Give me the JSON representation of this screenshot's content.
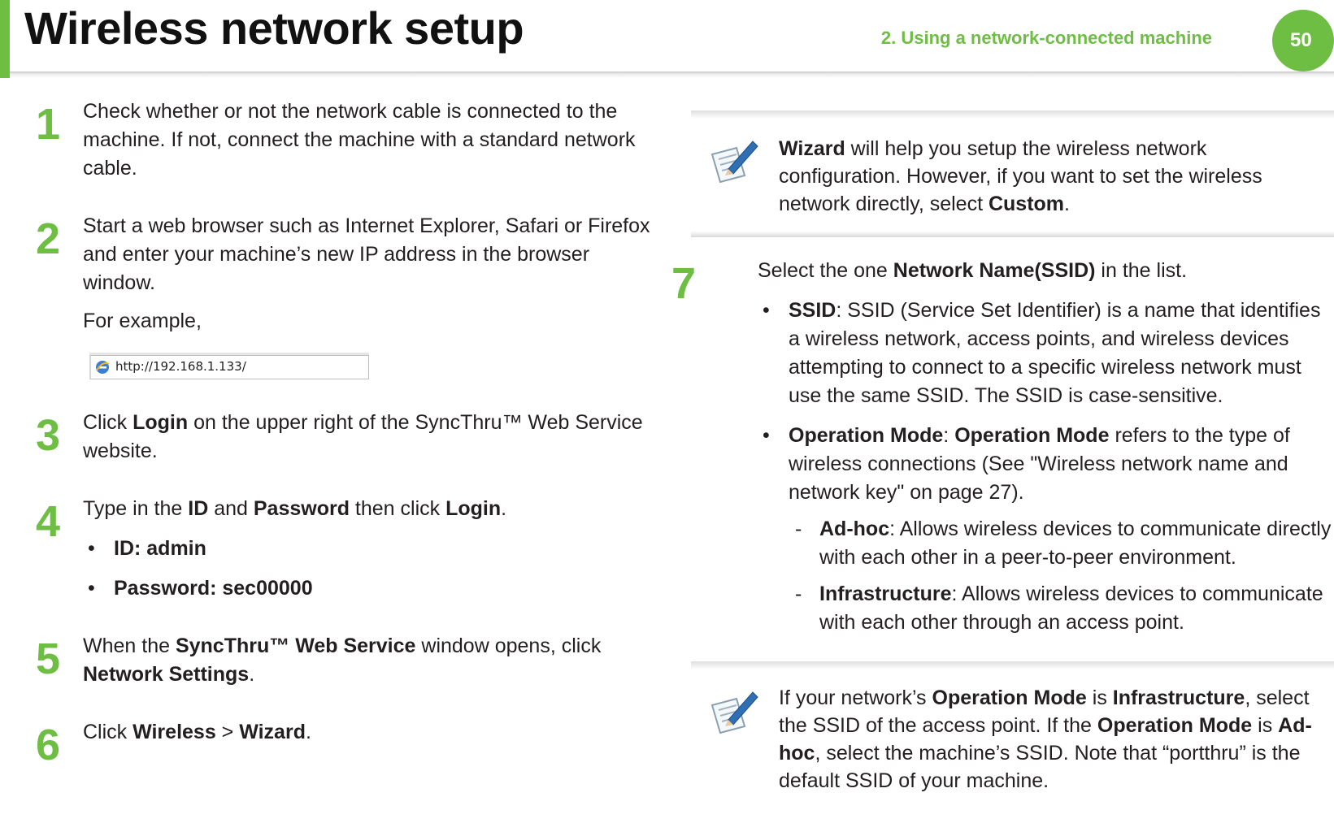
{
  "header": {
    "title": "Wireless network setup",
    "chapter": "2.  Using a network-connected machine",
    "page_number": "50"
  },
  "left": {
    "step1": {
      "num": "1",
      "text": "Check whether or not the network cable is connected to the machine. If not, connect the machine with a standard network cable."
    },
    "step2": {
      "num": "2",
      "text": "Start a web browser such as Internet Explorer, Safari or Firefox and enter your machine’s new IP address in the browser window.",
      "example": "For example,",
      "url": "http://192.168.1.133/"
    },
    "step3": {
      "num": "3",
      "pre": "Click ",
      "login": "Login",
      "post": " on the upper right of the SyncThru™ Web Service website."
    },
    "step4": {
      "num": "4",
      "pre": "Type in the ",
      "id": "ID",
      "and": " and ",
      "password": "Password",
      "then": " then click ",
      "login": "Login",
      "end": ".",
      "bullet1": "ID: admin",
      "bullet2": "Password: sec00000"
    },
    "step5": {
      "num": "5",
      "pre": "When the ",
      "service": "SyncThru™ Web Service",
      "mid": " window opens, click ",
      "network": "Network Settings",
      "end": "."
    },
    "step6": {
      "num": "6",
      "pre": "Click ",
      "wireless": "Wireless",
      "sep": " > ",
      "wizard": "Wizard",
      "end": "."
    }
  },
  "right": {
    "note1": {
      "wizard": "Wizard",
      "text": " will help you setup the wireless network configuration. However, if you want to set the wireless network directly, select ",
      "custom": "Custom",
      "end": "."
    },
    "step7": {
      "num": "7",
      "pre": "Select the one ",
      "ssid_name": "Network Name(SSID)",
      "post": " in the list.",
      "ssid_label": "SSID",
      "ssid_text": ": SSID (Service Set Identifier) is a name that identifies a wireless network, access points, and wireless devices attempting to connect to a specific wireless network must use the same SSID. The SSID is case-sensitive.",
      "opmode_label": "Operation Mode",
      "opmode_sep": ": ",
      "opmode_label2": "Operation Mode",
      "opmode_text": " refers to the type of wireless connections (See \"Wireless network name and network key\" on page 27).",
      "adhoc_label": "Ad-hoc",
      "adhoc_text": ": Allows wireless devices to communicate directly with each other in a peer-to-peer environment.",
      "infra_label": "Infrastructure",
      "infra_text": ": Allows wireless devices to communicate with each other through an access point."
    },
    "note2": {
      "t1": "If your network’s ",
      "opmode": "Operation Mode",
      "t2": " is ",
      "infra": "Infrastructure",
      "t3": ", select the SSID of the access point. If the ",
      "opmode2": "Operation Mode",
      "t4": " is ",
      "adhoc": "Ad-hoc",
      "t5": ", select the machine’s SSID. Note that “portthru” is the default SSID of your machine."
    }
  },
  "icons": {
    "note": "note-pencil-icon",
    "browser": "ie-icon"
  },
  "colors": {
    "accent": "#6ebe44",
    "text": "#231f20"
  }
}
